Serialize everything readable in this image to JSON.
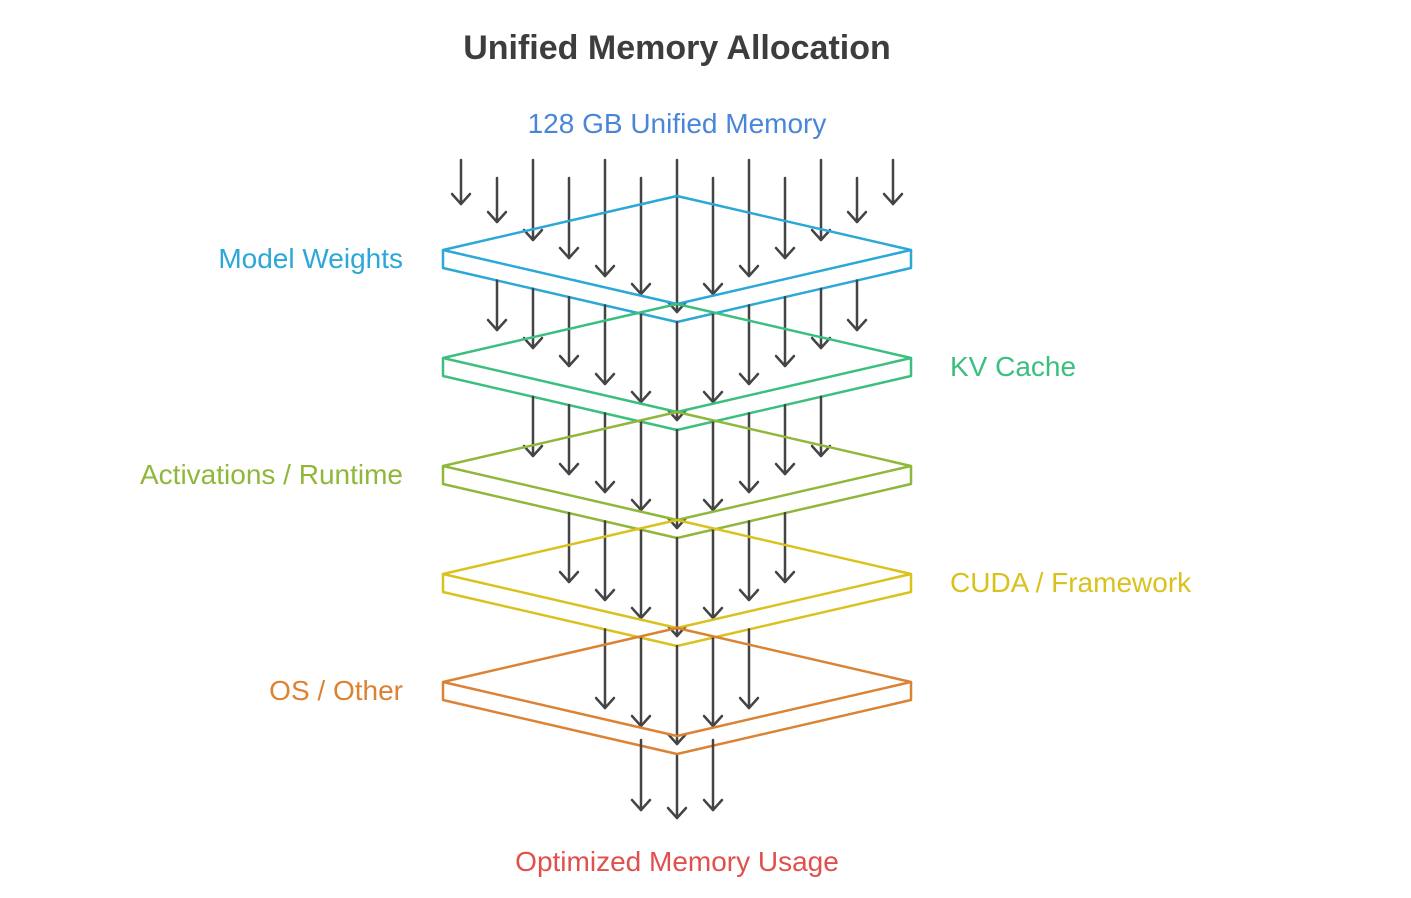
{
  "title": "Unified Memory Allocation",
  "source": {
    "label": "128 GB Unified Memory",
    "color": "#4a86d8"
  },
  "sink": {
    "label": "Optimized Memory Usage",
    "color": "#e0504c"
  },
  "arrow_color": "#444444",
  "layers": [
    {
      "id": "model-weights",
      "label": "Model Weights",
      "color": "#2aa8d6",
      "side": "left",
      "arrows_above": 13
    },
    {
      "id": "kv-cache",
      "label": "KV Cache",
      "color": "#3bbf7e",
      "side": "right",
      "arrows_above": 11
    },
    {
      "id": "activations-runtime",
      "label": "Activations / Runtime",
      "color": "#8fb83a",
      "side": "left",
      "arrows_above": 9
    },
    {
      "id": "cuda-framework",
      "label": "CUDA / Framework",
      "color": "#d9c21e",
      "side": "right",
      "arrows_above": 7
    },
    {
      "id": "os-other",
      "label": "OS / Other",
      "color": "#dc8233",
      "side": "left",
      "arrows_above": 5
    }
  ],
  "output_arrows": 3
}
